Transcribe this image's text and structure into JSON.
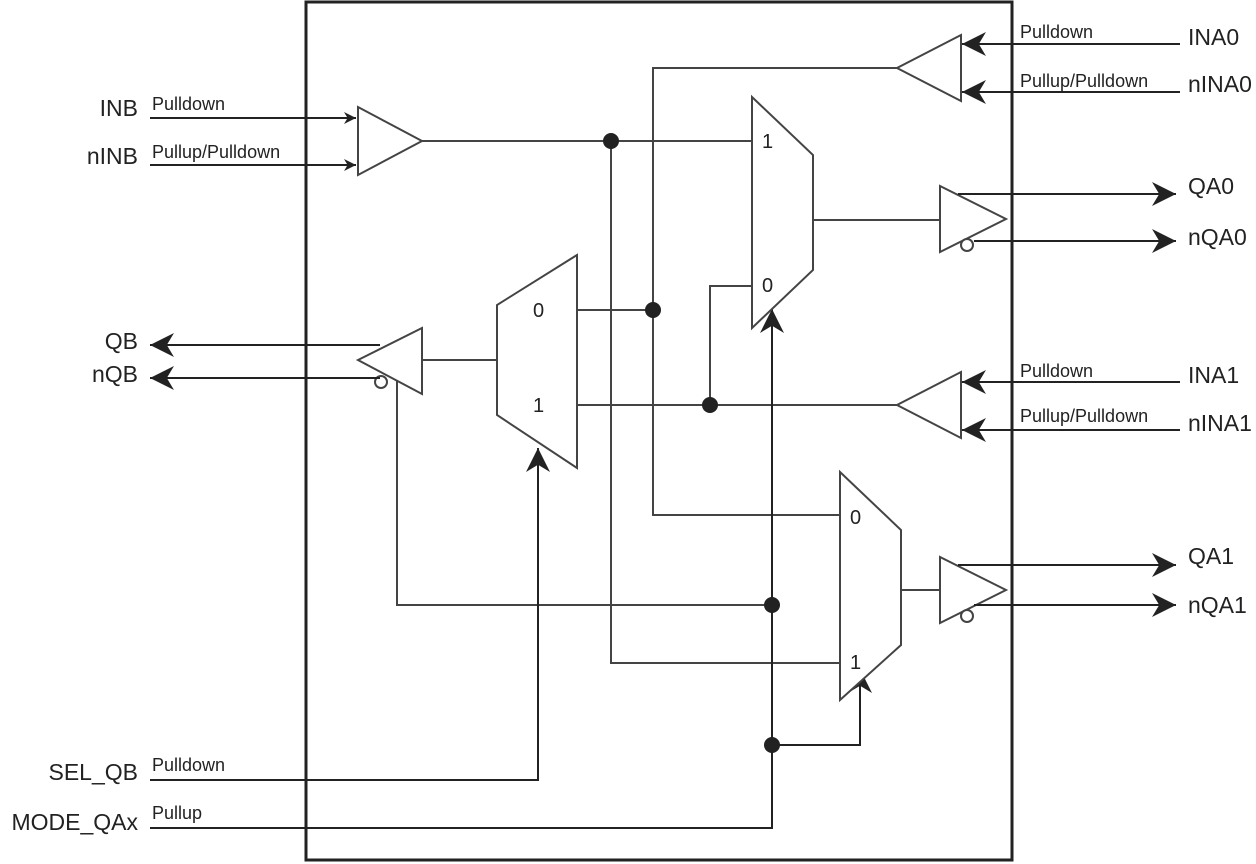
{
  "pins": {
    "inb": "INB",
    "ninb": "nINB",
    "qb": "QB",
    "nqb": "nQB",
    "sel_qb": "SEL_QB",
    "mode_qax": "MODE_QAx",
    "ina0": "INA0",
    "nina0": "nINA0",
    "qa0": "QA0",
    "nqa0": "nQA0",
    "ina1": "INA1",
    "nina1": "nINA1",
    "qa1": "QA1",
    "nqa1": "nQA1"
  },
  "pull": {
    "inb": "Pulldown",
    "ninb": "Pullup/Pulldown",
    "sel_qb": "Pulldown",
    "mode_qax": "Pullup",
    "ina0": "Pulldown",
    "nina0": "Pullup/Pulldown",
    "ina1": "Pulldown",
    "nina1": "Pullup/Pulldown"
  },
  "mux_labels": {
    "mux_a0": {
      "top": "1",
      "bottom": "0"
    },
    "mux_b": {
      "top": "0",
      "bottom": "1"
    },
    "mux_a1": {
      "top": "0",
      "bottom": "1"
    }
  }
}
